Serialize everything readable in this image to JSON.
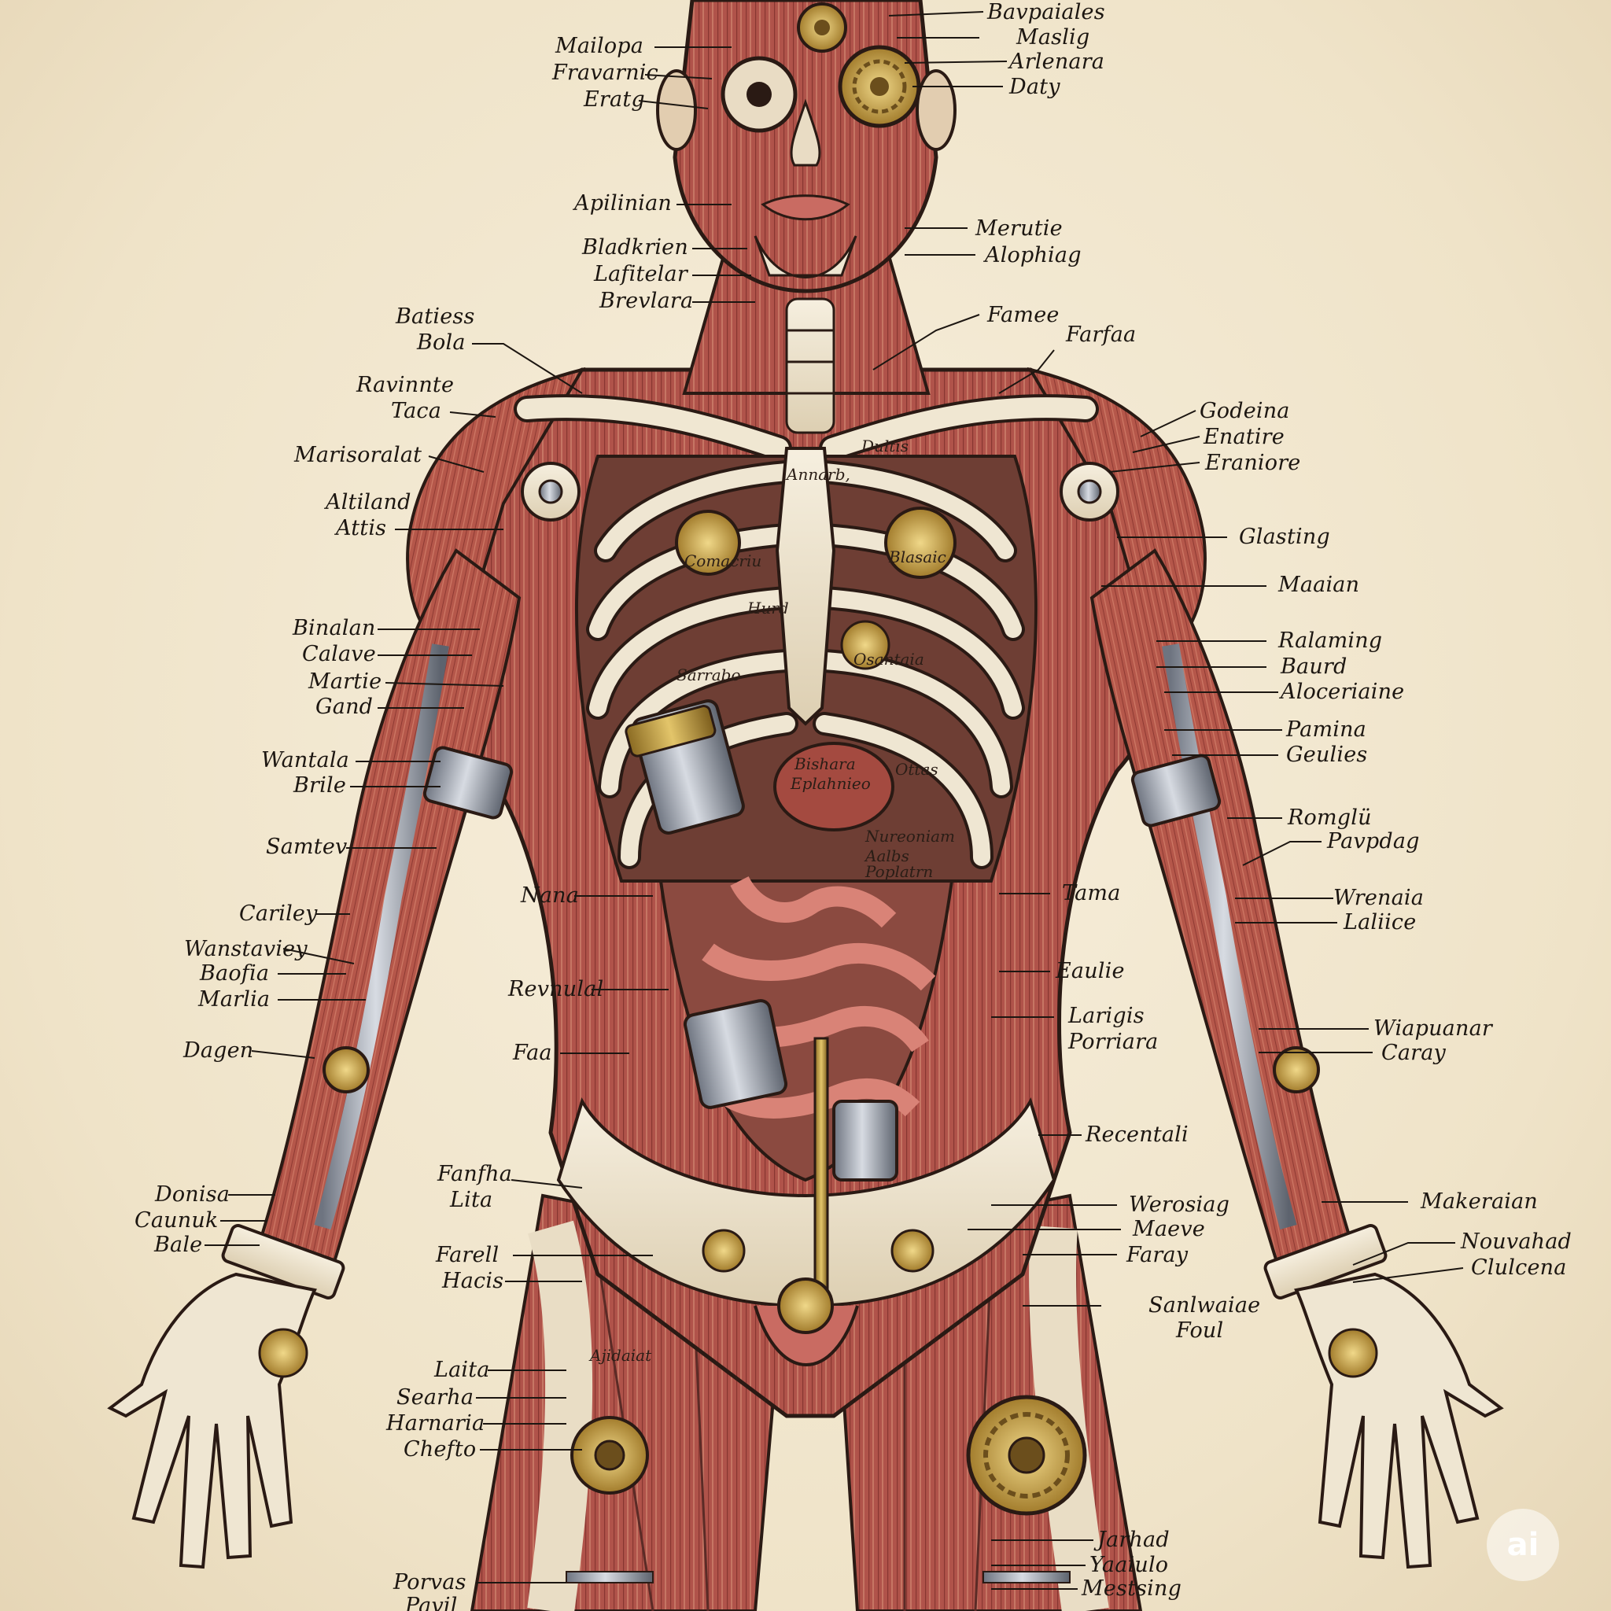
{
  "labels_left": [
    "Mailopa",
    "Fravarnic",
    "Eratg",
    "Apilinian",
    "Bladkrien",
    "Lafitelar",
    "Brevlara",
    "Batiess",
    "Bola",
    "Ravinnte",
    "Taca",
    "Marisoralat",
    "Altiland",
    "Attis",
    "Binalan",
    "Calave",
    "Martie",
    "Gand",
    "Wantala",
    "Brile",
    "Samtev",
    "Cariley",
    "Wanstaviey",
    "Baofia",
    "Marlia",
    "Dagen",
    "Nana",
    "Revnulal",
    "Faa",
    "Donisa",
    "Caunuk",
    "Bale",
    "Fanfha",
    "Lita",
    "Farell",
    "Hacis",
    "Laita",
    "Searha",
    "Harnaria",
    "Chefto",
    "Porvas",
    "Pavil"
  ],
  "labels_right": [
    "Bavpaiales",
    "Maslig",
    "Arlenara",
    "Daty",
    "Merutie",
    "Alophiag",
    "Famee",
    "Farfaa",
    "Godeina",
    "Enatire",
    "Eraniore",
    "Glasting",
    "Maaian",
    "Ralaming",
    "Baurd",
    "Aloceriaine",
    "Pamina",
    "Geulies",
    "Romglü",
    "Pavpdag",
    "Tama",
    "Wrenaia",
    "Laliice",
    "Eaulie",
    "Larigis",
    "Porriara",
    "Wiapuanar",
    "Caray",
    "Recentali",
    "Werosiag",
    "Maeve",
    "Faray",
    "Sanlwaiae",
    "Foul",
    "Makeraian",
    "Nouvahad",
    "Clulcena",
    "Jarhad",
    "Yaaiulo",
    "Mestsing"
  ],
  "inner_labels": [
    "Annarb,",
    "Dultis",
    "Bishara",
    "Eplahnieo",
    "Nureoniam",
    "Ottas",
    "Hurd",
    "Blasaic",
    "Comacriu",
    "Osantaia",
    "Sarrabo",
    "Poplatrn",
    "Aalbs",
    "Ajidaiat"
  ],
  "watermark": "ai"
}
